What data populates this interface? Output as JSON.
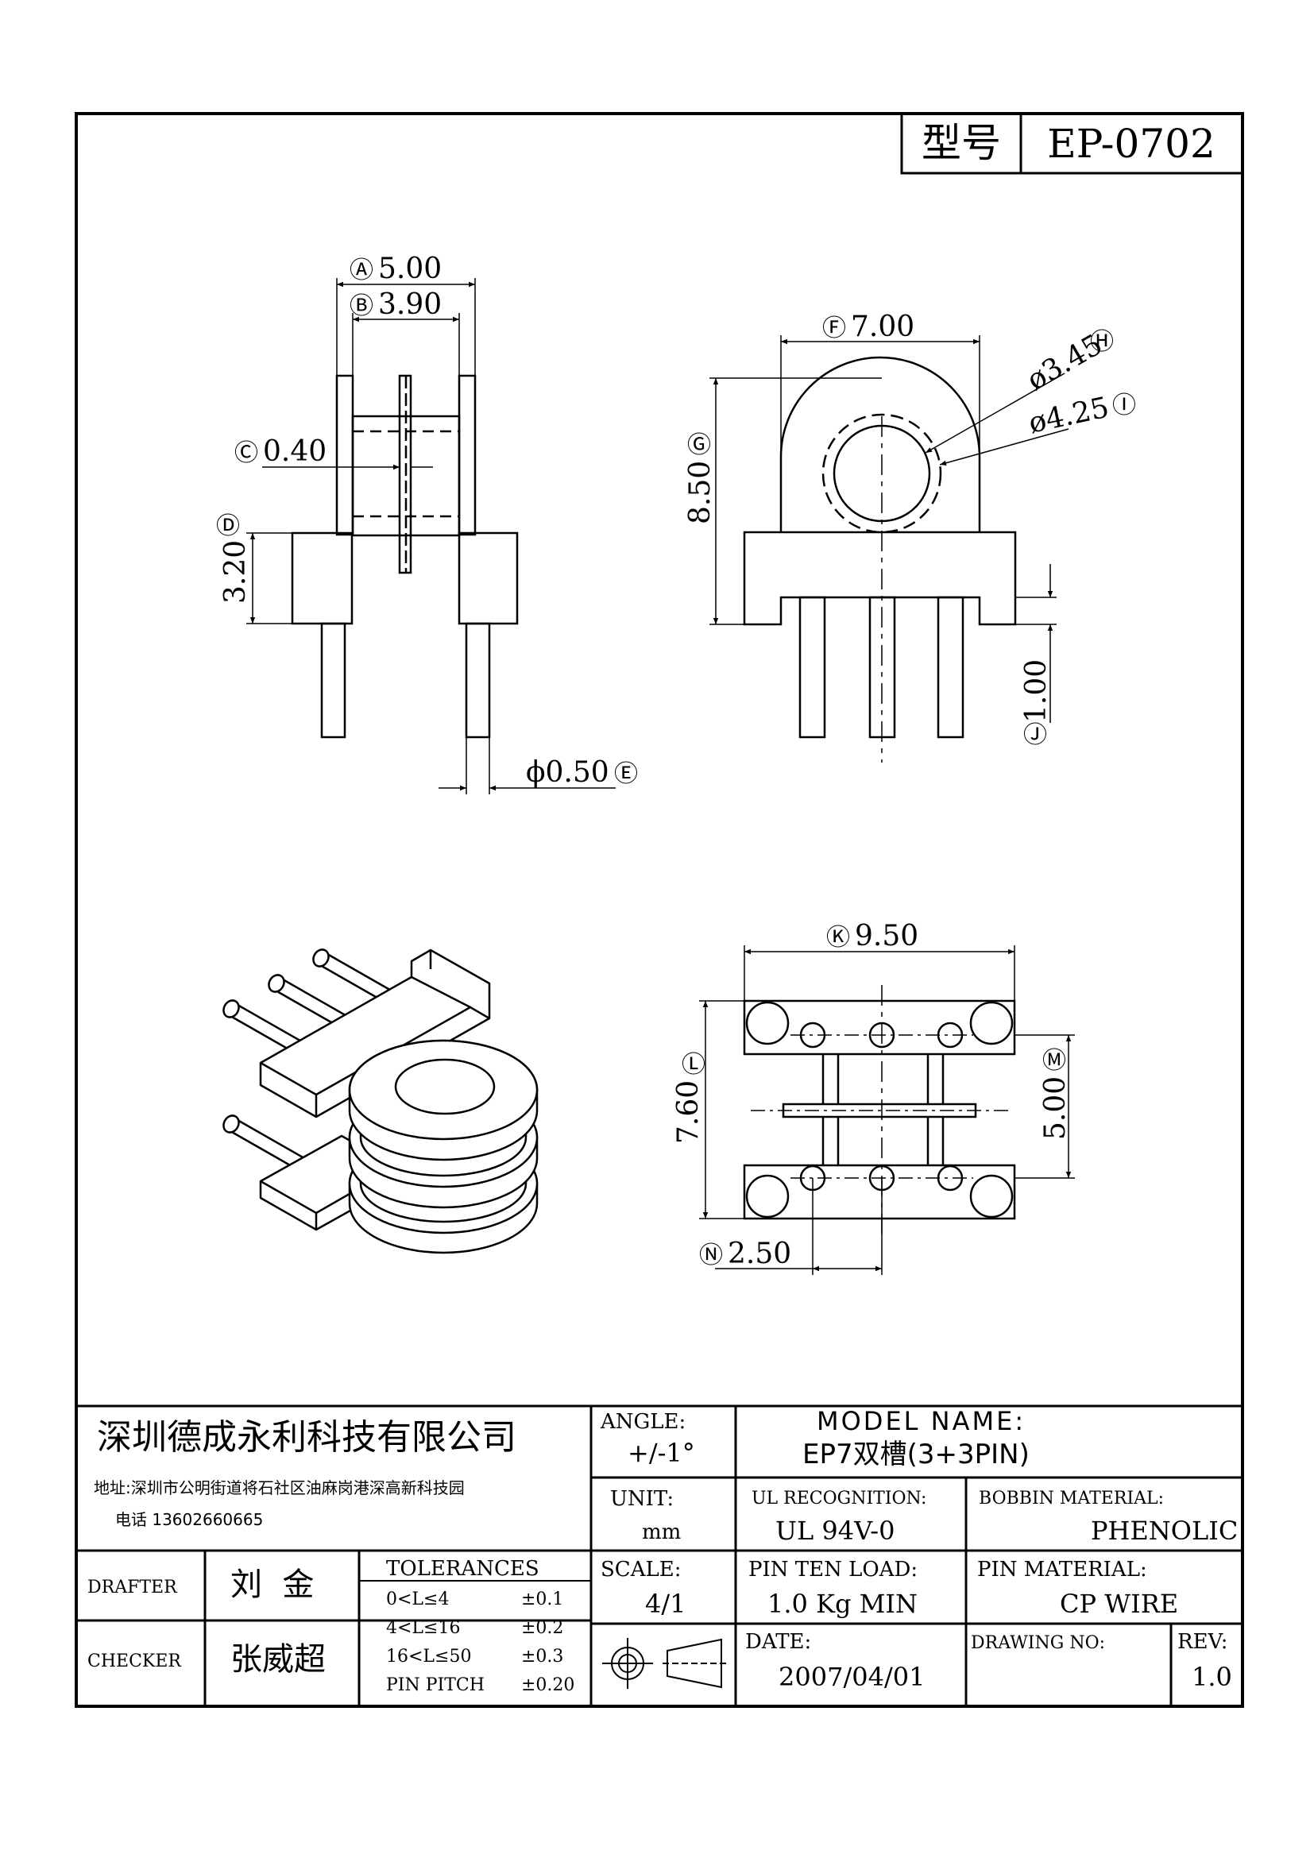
{
  "header": {
    "model_label": "型号",
    "model_value": "EP-0702"
  },
  "dims": {
    "A": {
      "tag": "Ⓐ",
      "value": "5.00"
    },
    "B": {
      "tag": "Ⓑ",
      "value": "3.90"
    },
    "C": {
      "tag": "Ⓒ",
      "value": "0.40"
    },
    "D": {
      "tag": "Ⓓ",
      "value": "3.20"
    },
    "E": {
      "tag": "Ⓔ",
      "value": "ϕ0.50"
    },
    "F": {
      "tag": "Ⓕ",
      "value": "7.00"
    },
    "G": {
      "tag": "Ⓖ",
      "value": "8.50"
    },
    "H": {
      "tag": "Ⓗ",
      "value": "ø3.45"
    },
    "I": {
      "tag": "Ⓘ",
      "value": "ø4.25"
    },
    "J": {
      "tag": "Ⓙ",
      "value": "1.00"
    },
    "K": {
      "tag": "Ⓚ",
      "value": "9.50"
    },
    "L": {
      "tag": "Ⓛ",
      "value": "7.60"
    },
    "M": {
      "tag": "Ⓜ",
      "value": "5.00"
    },
    "N": {
      "tag": "Ⓝ",
      "value": "2.50"
    }
  },
  "title_block": {
    "company": "深圳德成永利科技有限公司",
    "address": "地址:深圳市公明街道将石社区油麻岗港深高新科技园",
    "phone": "电话 13602660665",
    "angle_label": "ANGLE:",
    "angle_value": "+/-1°",
    "model_name_label": "MODEL NAME:",
    "model_name_value": "EP7双槽(3+3PIN)",
    "unit_label": "UNIT:",
    "unit_value": "mm",
    "ul_label": "UL RECOGNITION:",
    "ul_value": "UL 94V-0",
    "bobbin_label": "BOBBIN MATERIAL:",
    "bobbin_value": "PHENOLIC",
    "drafter_label": "DRAFTER",
    "drafter_name": "刘  金",
    "checker_label": "CHECKER",
    "checker_name": "张威超",
    "tolerances_label": "TOLERANCES",
    "tolerances": [
      {
        "range": "0<L≤4",
        "tol": "±0.1"
      },
      {
        "range": "4<L≤16",
        "tol": "±0.2"
      },
      {
        "range": "16<L≤50",
        "tol": "±0.3"
      },
      {
        "range": "PIN PITCH",
        "tol": "±0.20"
      }
    ],
    "scale_label": "SCALE:",
    "scale_value": "4/1",
    "pin_load_label": "PIN TEN LOAD:",
    "pin_load_value": "1.0 Kg MIN",
    "pin_material_label": "PIN MATERIAL:",
    "pin_material_value": "CP WIRE",
    "date_label": "DATE:",
    "date_value": "2007/04/01",
    "drawing_no_label": "DRAWING NO:",
    "drawing_no_value": "",
    "rev_label": "REV:",
    "rev_value": "1.0"
  }
}
